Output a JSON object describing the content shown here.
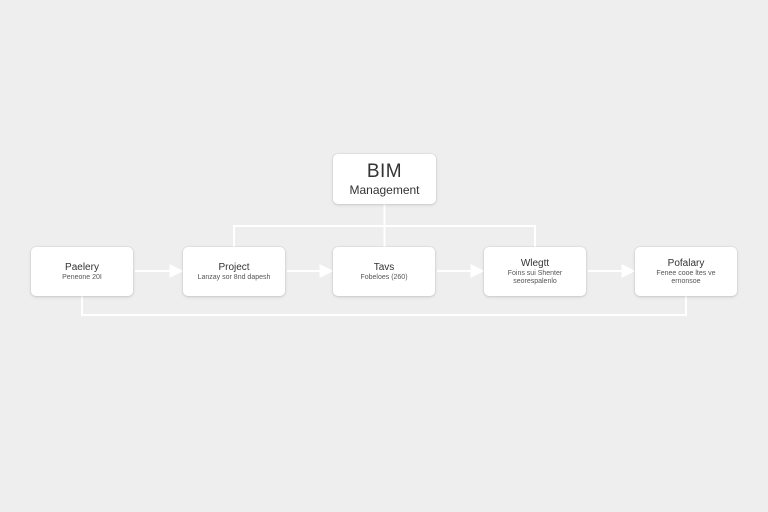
{
  "diagram": {
    "root": {
      "title": "BIM",
      "subtitle": "Management"
    },
    "steps": [
      {
        "title": "Paelery",
        "subtitle": "Peneone 20I"
      },
      {
        "title": "Project",
        "subtitle": "Lanzay sor 8nd dapesh"
      },
      {
        "title": "Tavs",
        "subtitle": "Fobeloes (260)"
      },
      {
        "title": "Wlegtt",
        "subtitle": "Foins sui Shenter seorespalenlo"
      },
      {
        "title": "Pofalary",
        "subtitle": "Fenee cooe ltes ve ernonsoe"
      }
    ],
    "colors": {
      "background": "#eeeeef",
      "node_fill": "#ffffff",
      "connector": "#ffffff",
      "text": "#333333"
    }
  }
}
